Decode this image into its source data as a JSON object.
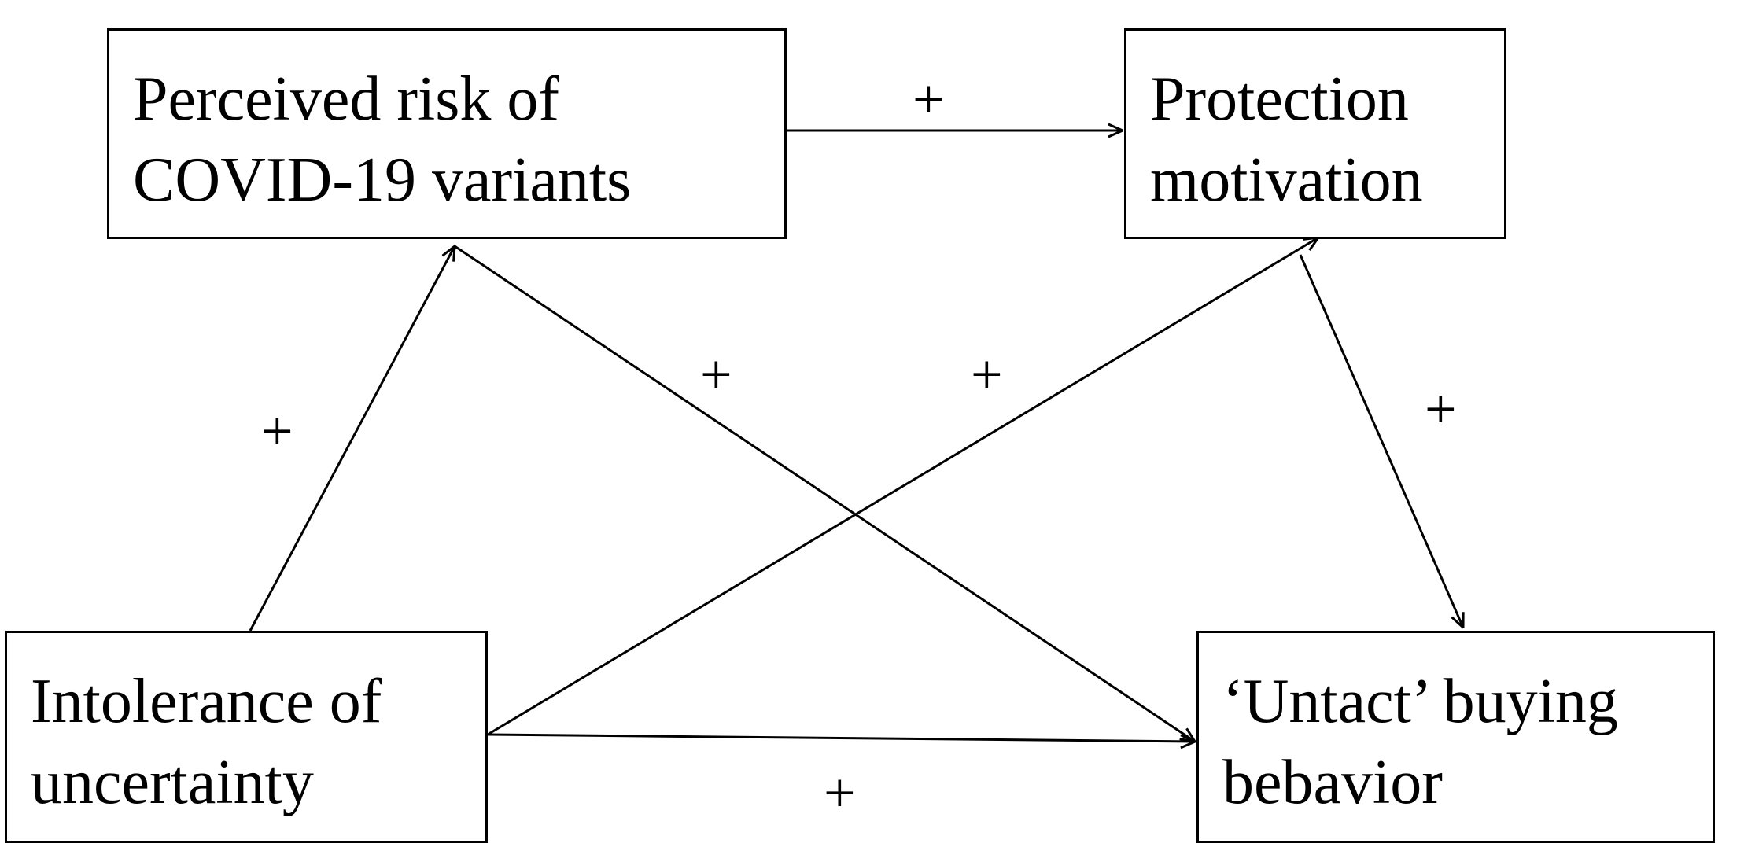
{
  "nodes": {
    "perceived_risk": {
      "line1": "Perceived risk of",
      "line2": "COVID-19 variants"
    },
    "protection_motivation": {
      "line1": "Protection",
      "line2": "motivation"
    },
    "intolerance": {
      "line1": "Intolerance of",
      "line2": "uncertainty"
    },
    "untact_buying": {
      "line1": "‘Untact’ buying",
      "line2": "bebavior"
    }
  },
  "edges": [
    {
      "from": "perceived_risk",
      "to": "protection_motivation",
      "sign": "+"
    },
    {
      "from": "intolerance",
      "to": "perceived_risk",
      "sign": "+"
    },
    {
      "from": "perceived_risk",
      "to": "untact_buying",
      "sign": "+"
    },
    {
      "from": "intolerance",
      "to": "protection_motivation",
      "sign": "+"
    },
    {
      "from": "protection_motivation",
      "to": "untact_buying",
      "sign": "+"
    },
    {
      "from": "intolerance",
      "to": "untact_buying",
      "sign": "+"
    }
  ],
  "colors": {
    "line": "#000000",
    "background": "#ffffff"
  }
}
